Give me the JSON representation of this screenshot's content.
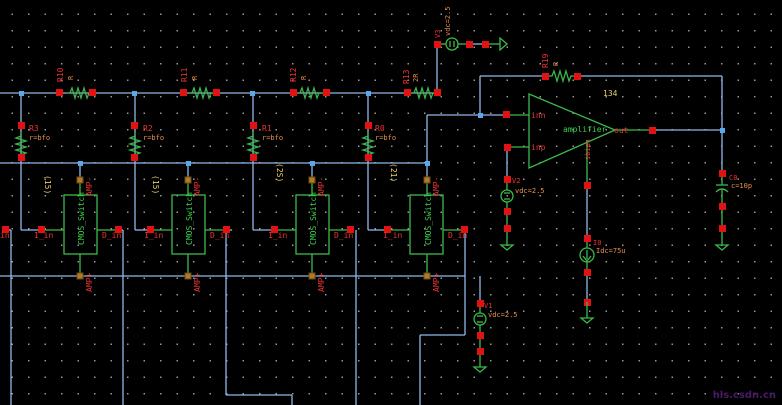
{
  "schematic": {
    "resistors_series": [
      {
        "name": "R10",
        "value": "R"
      },
      {
        "name": "R11",
        "value": "R"
      },
      {
        "name": "R12",
        "value": "R"
      },
      {
        "name": "R13",
        "value": "2R"
      }
    ],
    "resistors_shunt": [
      {
        "name": "R3",
        "value": "r=bfo"
      },
      {
        "name": "R2",
        "value": "r=bfo"
      },
      {
        "name": "R1",
        "value": "r=bfo"
      },
      {
        "name": "R0",
        "value": "r=bfo"
      }
    ],
    "bit_labels": [
      "(15)",
      "(15)",
      "(2S)",
      "(21)"
    ],
    "switches": [
      {
        "name": "CMOS_Switch",
        "pin_left": "1_in",
        "pin_right": "D_in",
        "pin_top": "AMP-",
        "pin_bottom": "AMP+"
      },
      {
        "name": "CMOS_Switch",
        "pin_left": "1_in",
        "pin_right": "D_in",
        "pin_top": "AMP-",
        "pin_bottom": "AMP+"
      },
      {
        "name": "CMOS_Switch",
        "pin_left": "1_in",
        "pin_right": "D_in",
        "pin_top": "AMP-",
        "pin_bottom": "AMP+"
      },
      {
        "name": "CMOS_Switch",
        "pin_left": "1_in",
        "pin_right": "D_in",
        "pin_top": "AMP-",
        "pin_bottom": "AMP+"
      }
    ],
    "left_pin_label": "in",
    "amplifier": {
      "label": "amplifier",
      "inn": "inn",
      "inp": "inp",
      "out": "out",
      "ibias": "ibias",
      "instance_id": "134"
    },
    "feedback_resistor": {
      "name": "R19",
      "value": "R"
    },
    "vdd_source": {
      "name": "V3",
      "value": "vdc=2.5"
    },
    "vcm_source": {
      "name": "V2",
      "value": "vdc=2.5"
    },
    "v1_source": {
      "name": "V1",
      "value": "vdc=2.5"
    },
    "current_source": {
      "name": "I0",
      "value": "Idc=75u"
    },
    "load_cap": {
      "name": "C0",
      "value": "c=10p"
    }
  },
  "watermark": "hls.csdn.cn"
}
